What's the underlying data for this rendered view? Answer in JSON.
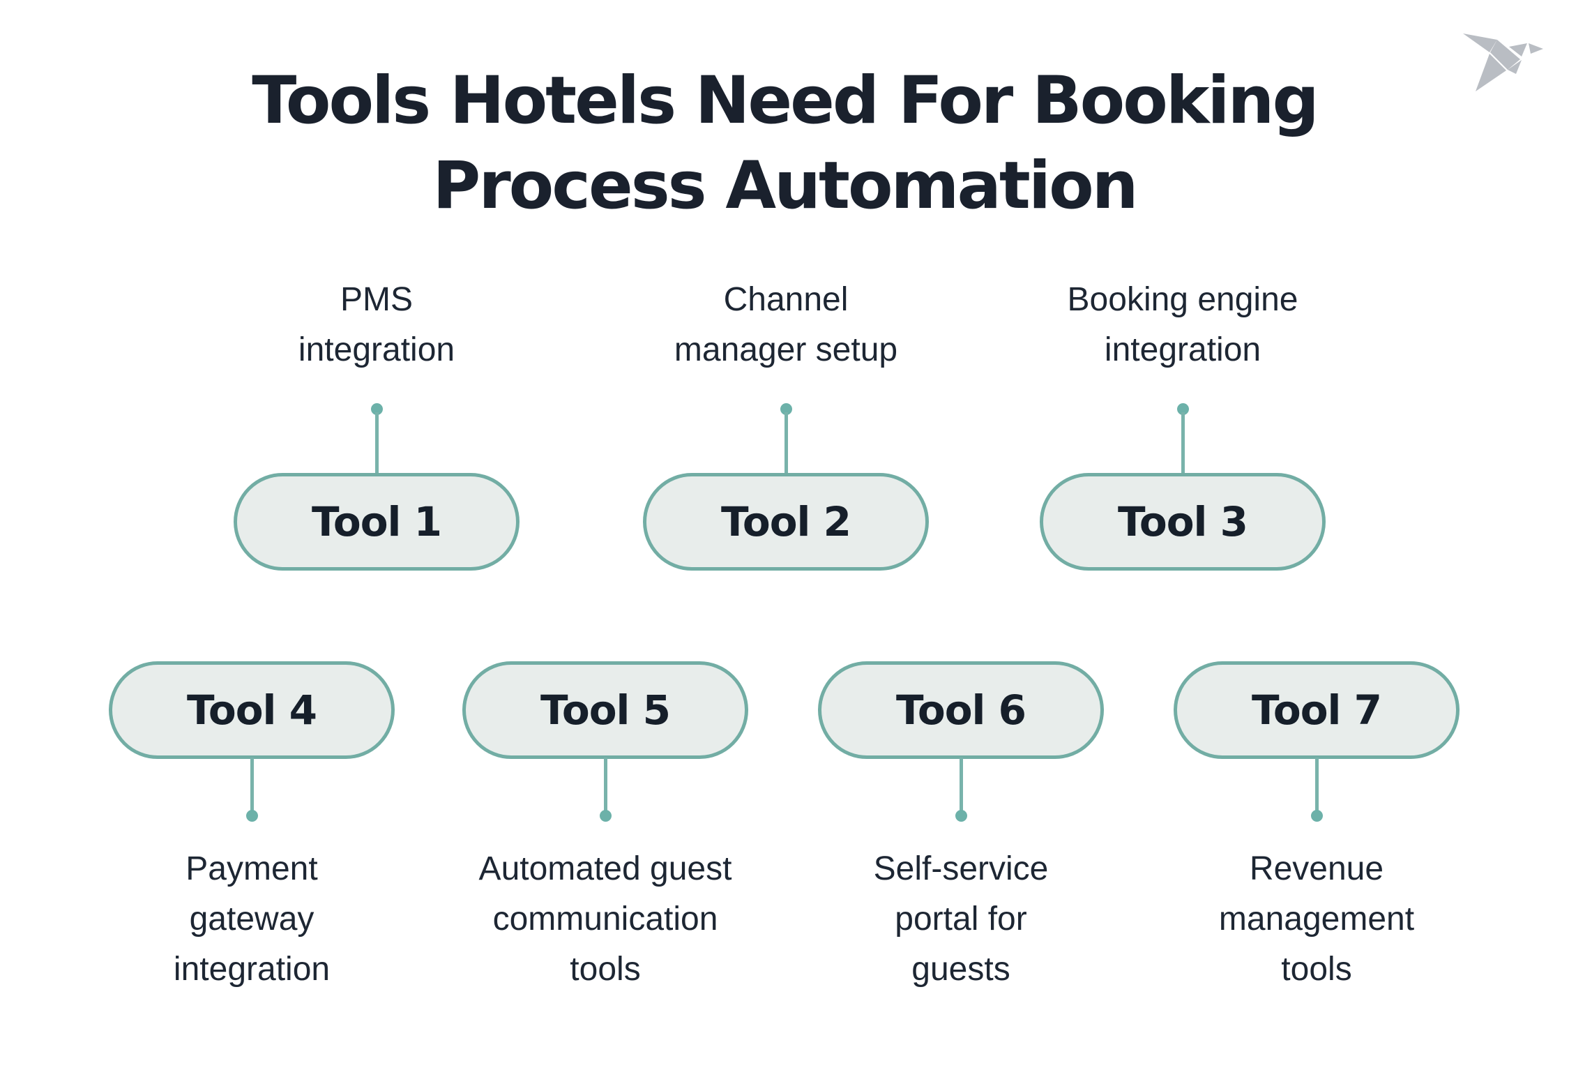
{
  "title": {
    "line1": "Tools Hotels Need For Booking",
    "line2": "Process Automation"
  },
  "logo": {
    "name": "origami-bird"
  },
  "colors": {
    "accent_teal": "#6cb1a9",
    "pill_border": "#72ada4",
    "pill_fill": "#e8edeb",
    "title_color": "#1a212d",
    "label_color": "#1d2633",
    "logo_gray": "#b9bdc3",
    "background": "#ffffff"
  },
  "tools": [
    {
      "name": "Tool 1",
      "label_lines": [
        "PMS",
        "integration"
      ]
    },
    {
      "name": "Tool 2",
      "label_lines": [
        "Channel",
        "manager setup"
      ]
    },
    {
      "name": "Tool 3",
      "label_lines": [
        "Booking engine",
        "integration"
      ]
    },
    {
      "name": "Tool 4",
      "label_lines": [
        "Payment",
        "gateway",
        "integration"
      ]
    },
    {
      "name": "Tool 5",
      "label_lines": [
        "Automated guest",
        "communication",
        "tools"
      ]
    },
    {
      "name": "Tool 6",
      "label_lines": [
        "Self-service",
        "portal for",
        "guests"
      ]
    },
    {
      "name": "Tool 7",
      "label_lines": [
        "Revenue",
        "management",
        "tools"
      ]
    }
  ]
}
